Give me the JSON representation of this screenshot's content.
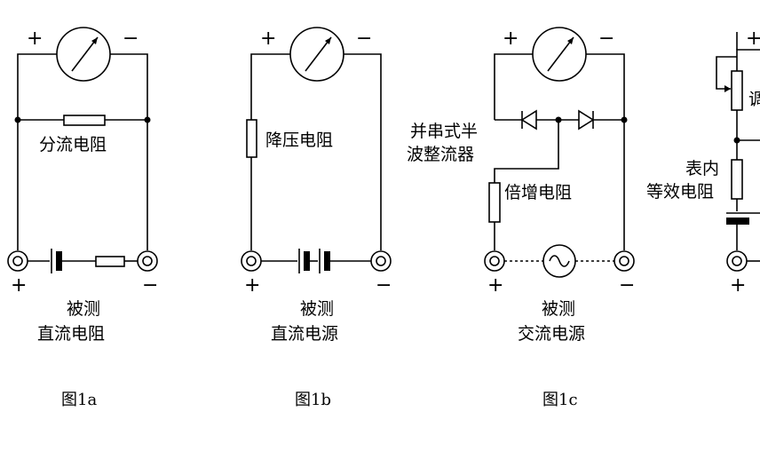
{
  "fig_a": {
    "plus_top": "+",
    "minus_top": "−",
    "shunt_label": "分流电阻",
    "plus_bottom": "+",
    "minus_bottom": "−",
    "measured_line1": "被测",
    "measured_line2": "直流电阻",
    "caption": "图1a"
  },
  "fig_b": {
    "plus_top": "+",
    "minus_top": "−",
    "series_label": "降压电阻",
    "plus_bottom": "+",
    "minus_bottom": "−",
    "measured_line1": "被测",
    "measured_line2": "直流电源",
    "caption": "图1b"
  },
  "fig_c": {
    "plus_top": "+",
    "minus_top": "−",
    "rectifier_line1": "并串式半",
    "rectifier_line2": "波整流器",
    "multiplier_label": "倍增电阻",
    "plus_bottom": "+",
    "minus_bottom": "−",
    "measured_line1": "被测",
    "measured_line2": "交流电源",
    "caption": "图1c"
  },
  "fig_d": {
    "plus_top": "+",
    "adjust_label": "调",
    "equiv_line1": "表内",
    "equiv_line2": "等效电阻",
    "plus_bottom": "+"
  }
}
